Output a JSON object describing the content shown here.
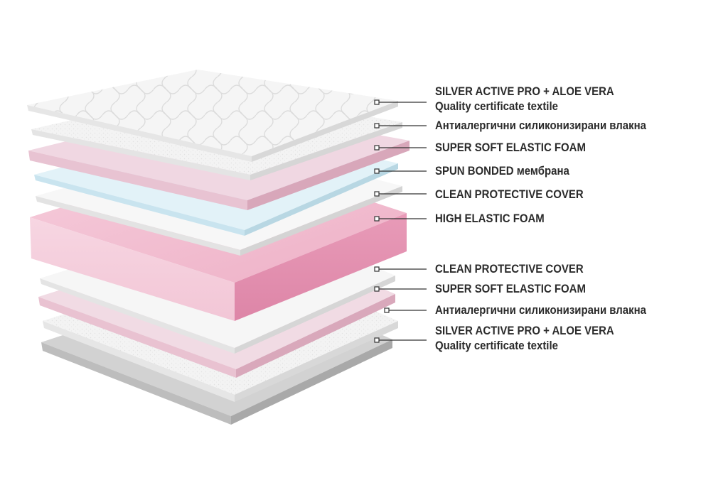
{
  "layers": [
    {
      "id": "top-textile",
      "name": "quilted-textile-top-layer",
      "fill": "#f4f4f4",
      "quilted": true
    },
    {
      "id": "fiber-top",
      "name": "silicone-fiber-top-layer",
      "fill": "#f2f2f2"
    },
    {
      "id": "soft-foam-top",
      "name": "super-soft-foam-top-layer",
      "fill": "#efd8e2"
    },
    {
      "id": "spun-bonded",
      "name": "spun-bonded-membrane-layer",
      "fill": "#dff0f7"
    },
    {
      "id": "protective-top",
      "name": "protective-cover-top-layer",
      "fill": "#f4f4f4"
    },
    {
      "id": "high-elastic",
      "name": "high-elastic-foam-core",
      "fill": "#f0b9cd"
    },
    {
      "id": "protective-bottom",
      "name": "protective-cover-bottom-layer",
      "fill": "#f4f4f4"
    },
    {
      "id": "soft-foam-bottom",
      "name": "super-soft-foam-bottom-layer",
      "fill": "#efd6e0"
    },
    {
      "id": "fiber-bottom",
      "name": "silicone-fiber-bottom-layer",
      "fill": "#efefef"
    },
    {
      "id": "base",
      "name": "base-textile-layer",
      "fill": "#c8c8c8"
    }
  ],
  "callouts": [
    {
      "lines": [
        "SILVER ACTIVE PRO + ALOE VERA",
        "Quality certificate textile"
      ]
    },
    {
      "lines": [
        "Антиалергични силиконизирани влакна"
      ]
    },
    {
      "lines": [
        "SUPER SOFT ELASTIC FOAM"
      ]
    },
    {
      "lines": [
        "SPUN BONDED мембрана"
      ]
    },
    {
      "lines": [
        "CLEAN PROTECTIVE COVER"
      ]
    },
    {
      "lines": [
        "HIGH ELASTIC FOAM"
      ]
    },
    {
      "lines": [
        "CLEAN PROTECTIVE COVER"
      ]
    },
    {
      "lines": [
        "SUPER SOFT ELASTIC FOAM"
      ]
    },
    {
      "lines": [
        "Антиалергични силиконизирани влакна"
      ]
    },
    {
      "lines": [
        "SILVER ACTIVE PRO + ALOE VERA",
        "Quality certificate textile"
      ]
    }
  ],
  "colors": {
    "label_text": "#2b2b2b",
    "leader_line": "#333333",
    "core_side": "#e693b2",
    "core_top": "#f3c2d4",
    "core_front": "#f7d3e0"
  }
}
